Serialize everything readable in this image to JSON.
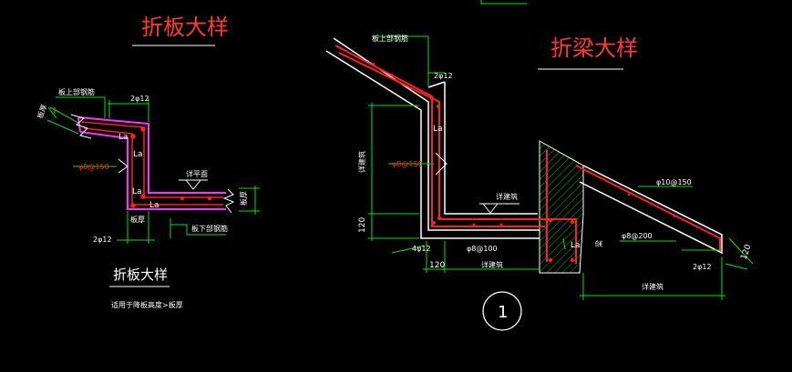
{
  "left_detail": {
    "title": "折板大样",
    "subtitle": "折板大样",
    "note": "适用于降板高度>板厚",
    "labels": {
      "top_rebar": "板上部钢筋",
      "bottom_rebar": "板下部钢筋",
      "bar_top": "2φ12",
      "bar_bottom": "2φ12",
      "stirrup": "φ8@150",
      "la1": "La",
      "la2": "La",
      "la3": "La",
      "la4": "La",
      "thickness_left": "板厚",
      "thickness_right": "板厚",
      "level": "详平面",
      "thickness_bottom": "板厚"
    }
  },
  "right_detail": {
    "title": "折梁大样",
    "section_mark": "1",
    "labels": {
      "top_rebar": "板上部钢筋",
      "bar_top": "2φ12",
      "stirrup": "φ8@150",
      "la1": "La",
      "la2": "La",
      "height": "详建筑",
      "dim_120_v": "120",
      "bar_bottom": "4φ12",
      "dim_120_h": "120",
      "stirrup_beam": "φ8@100",
      "beam_len": "详建筑",
      "beam_mark": "详建筑",
      "wall": "梁",
      "slab_rebar": "φ10@150",
      "slab_stirrup": "φ8@200",
      "bar_right": "2φ12",
      "dim_120_r": "120",
      "span": "详建筑"
    }
  },
  "colors": {
    "magenta": "#ff33ff",
    "red": "#ff2020",
    "green": "#00e000",
    "white": "#ffffff",
    "yellow": "#f2f200",
    "hatch": "#00cc00"
  }
}
